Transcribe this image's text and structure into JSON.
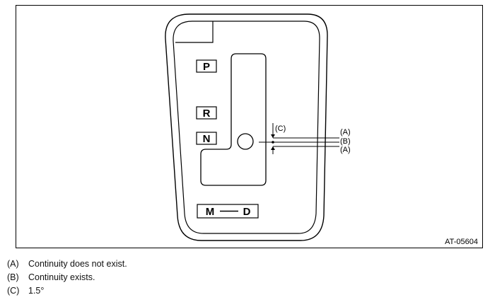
{
  "figure_id": "AT-05604",
  "gates": {
    "p": "P",
    "r": "R",
    "n": "N",
    "m": "M",
    "d": "D"
  },
  "callouts": {
    "c": "(C)",
    "a_top": "(A)",
    "b": "(B)",
    "a_bottom": "(A)"
  },
  "legend": [
    {
      "key": "(A)",
      "text": "Continuity does not exist."
    },
    {
      "key": "(B)",
      "text": "Continuity exists."
    },
    {
      "key": "(C)",
      "text": "1.5°"
    }
  ]
}
